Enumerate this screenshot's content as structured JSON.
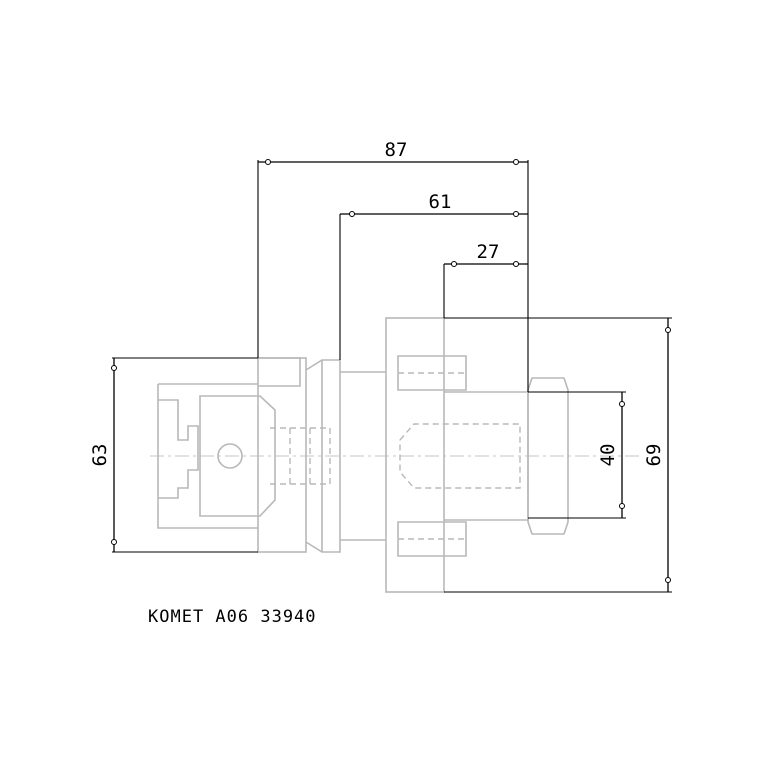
{
  "dimensions": {
    "width_87": "87",
    "width_61": "61",
    "width_27": "27",
    "height_63": "63",
    "height_40": "40",
    "height_69": "69"
  },
  "caption": "KOMET A06 33940",
  "colors": {
    "dimension_lines": "#000000",
    "part_outline": "#b8b8b8"
  }
}
